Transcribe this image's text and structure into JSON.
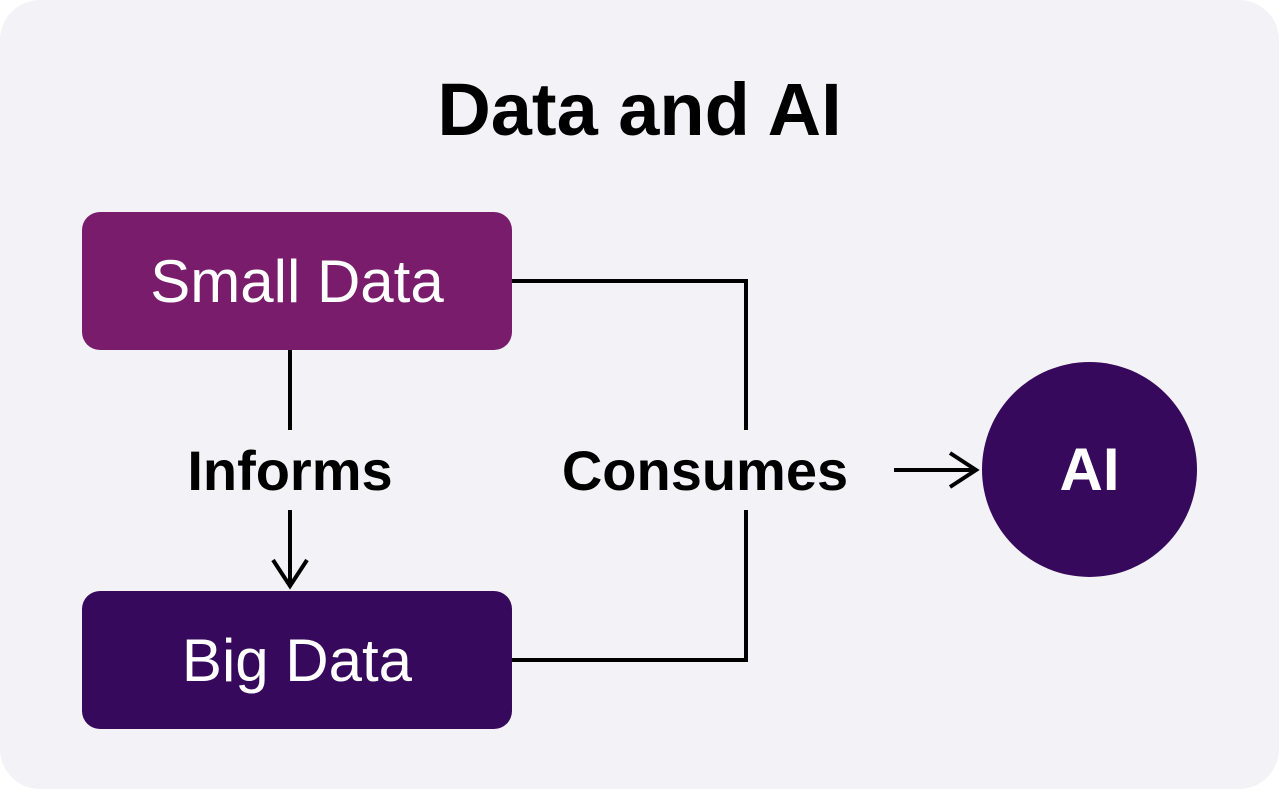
{
  "diagram": {
    "title": "Data and AI",
    "nodes": {
      "small_data": {
        "label": "Small Data",
        "color": "#7a1c6c"
      },
      "big_data": {
        "label": "Big Data",
        "color": "#36095c"
      },
      "ai": {
        "label": "AI",
        "color": "#36095c"
      }
    },
    "edges": {
      "informs": {
        "label": "Informs",
        "from": "Small Data",
        "to": "Big Data"
      },
      "consumes": {
        "label": "Consumes",
        "from": "Small Data, Big Data",
        "to": "AI"
      }
    },
    "background_color": "#f2f2f7",
    "line_color": "#000000"
  }
}
